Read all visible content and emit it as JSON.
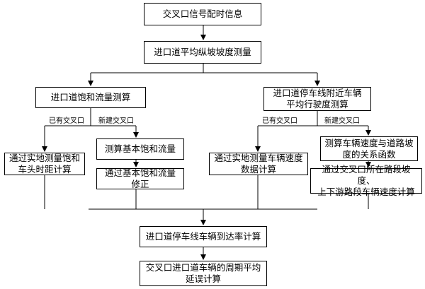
{
  "boxes": {
    "signal_timing": "交叉口信号配时信息",
    "avg_slope": "进口道平均纵坡坡度测量",
    "saturation_flow": "进口道饱和流量测算",
    "vehicle_speed": [
      "进口道停车线附近车辆",
      "平均行驶度测算"
    ],
    "measure_headway": [
      "通过实地测量饱和",
      "车头时距计算"
    ],
    "basic_saturation": "测算基本饱和流量",
    "basic_correction": [
      "通过基本饱和流量",
      "修正"
    ],
    "measure_speed": [
      "通过实地测量车辆速度",
      "数据计算"
    ],
    "speed_slope_func": [
      "测算车辆速度与道路坡",
      "度的关系函数"
    ],
    "segment_calc": [
      "通过交叉口所在路段坡度、",
      "上下游路段车辆速度计算"
    ],
    "arrival_rate": "进口道停车线车辆到达率计算",
    "avg_delay": [
      "交叉口进口道车辆的周期平均",
      "延误计算"
    ]
  },
  "branch_labels": {
    "left_existing": "已有交叉口",
    "left_new": "新建交叉口",
    "right_existing": "已有交叉口",
    "right_new": "新建交叉口"
  }
}
